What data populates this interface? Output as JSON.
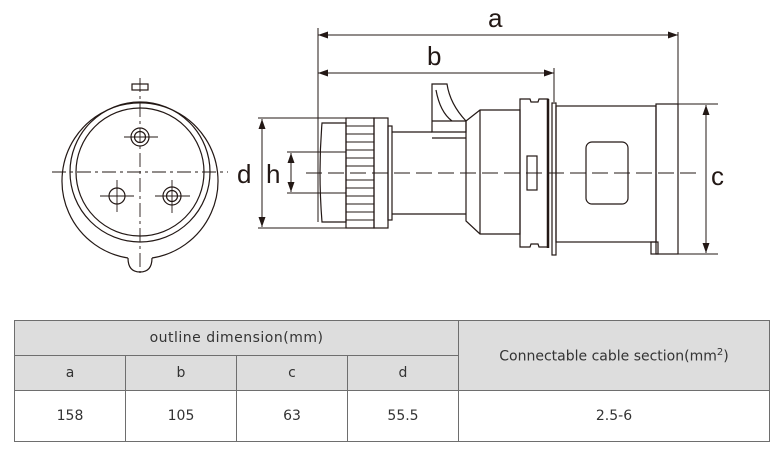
{
  "drawing": {
    "title": "Plug outline dimension drawing",
    "views": [
      "front-face-view",
      "side-view"
    ],
    "dimension_labels": {
      "a": "a",
      "b": "b",
      "c": "c",
      "d": "d",
      "h": "h"
    },
    "line_color": "#231815"
  },
  "table": {
    "group_header": "outline dimension(mm)",
    "columns": [
      "a",
      "b",
      "c",
      "d"
    ],
    "values": [
      "158",
      "105",
      "63",
      "55.5"
    ],
    "cable_header": "Connectable cable section(mm",
    "cable_header_sup": "2",
    "cable_header_close": ")",
    "cable_value": "2.5-6",
    "header_bg": "#dddddd",
    "border_color": "#6e6e6e"
  }
}
